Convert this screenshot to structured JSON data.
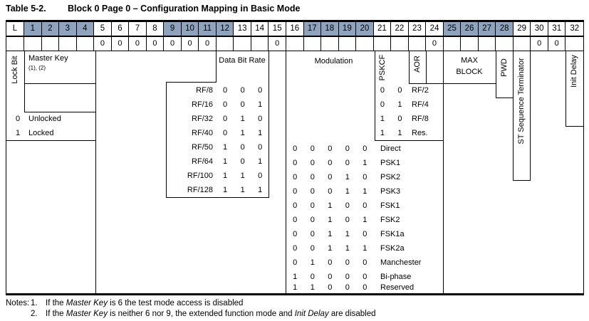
{
  "title": {
    "label": "Table 5-2.",
    "text": "Block 0 Page 0 – Configuration Mapping in Basic Mode"
  },
  "header": {
    "bits": [
      "L",
      "1",
      "2",
      "3",
      "4",
      "5",
      "6",
      "7",
      "8",
      "9",
      "10",
      "11",
      "12",
      "13",
      "14",
      "15",
      "16",
      "17",
      "18",
      "19",
      "20",
      "21",
      "22",
      "23",
      "24",
      "25",
      "26",
      "27",
      "28",
      "29",
      "30",
      "31",
      "32"
    ],
    "shaded_bits": [
      1,
      2,
      3,
      4,
      9,
      10,
      11,
      12,
      17,
      18,
      19,
      20,
      25,
      26,
      27,
      28
    ],
    "shade_color": "#8ea4be"
  },
  "preset_values": {
    "5": "0",
    "6": "0",
    "7": "0",
    "8": "0",
    "9": "0",
    "10": "0",
    "11": "0",
    "15": "0",
    "24": "0",
    "30": "0",
    "31": "0"
  },
  "left": {
    "lock_bit_label": "Lock Bit",
    "master_key_title": "Master Key",
    "master_key_sup": "(1), (2)",
    "lock_states": [
      {
        "bit": "0",
        "label": "Unlocked"
      },
      {
        "bit": "1",
        "label": "Locked"
      }
    ]
  },
  "data_bit_rate": {
    "label": "Data Bit Rate",
    "bit_columns": [
      12,
      13,
      14
    ],
    "rows": [
      {
        "name": "RF/8",
        "bits": [
          "0",
          "0",
          "0"
        ]
      },
      {
        "name": "RF/16",
        "bits": [
          "0",
          "0",
          "1"
        ]
      },
      {
        "name": "RF/32",
        "bits": [
          "0",
          "1",
          "0"
        ]
      },
      {
        "name": "RF/40",
        "bits": [
          "0",
          "1",
          "1"
        ]
      },
      {
        "name": "RF/50",
        "bits": [
          "1",
          "0",
          "0"
        ]
      },
      {
        "name": "RF/64",
        "bits": [
          "1",
          "0",
          "1"
        ]
      },
      {
        "name": "RF/100",
        "bits": [
          "1",
          "1",
          "0"
        ]
      },
      {
        "name": "RF/128",
        "bits": [
          "1",
          "1",
          "1"
        ]
      }
    ]
  },
  "modulation": {
    "label": "Modulation",
    "bit_columns": [
      16,
      17,
      18,
      19,
      20
    ],
    "rows": [
      {
        "bits": [
          "0",
          "0",
          "0",
          "0",
          "0"
        ],
        "name": "Direct"
      },
      {
        "bits": [
          "0",
          "0",
          "0",
          "0",
          "1"
        ],
        "name": "PSK1"
      },
      {
        "bits": [
          "0",
          "0",
          "0",
          "1",
          "0"
        ],
        "name": "PSK2"
      },
      {
        "bits": [
          "0",
          "0",
          "0",
          "1",
          "1"
        ],
        "name": "PSK3"
      },
      {
        "bits": [
          "0",
          "0",
          "1",
          "0",
          "0"
        ],
        "name": "FSK1"
      },
      {
        "bits": [
          "0",
          "0",
          "1",
          "0",
          "1"
        ],
        "name": "FSK2"
      },
      {
        "bits": [
          "0",
          "0",
          "1",
          "1",
          "0"
        ],
        "name": "FSK1a"
      },
      {
        "bits": [
          "0",
          "0",
          "1",
          "1",
          "1"
        ],
        "name": "FSK2a"
      },
      {
        "bits": [
          "0",
          "1",
          "0",
          "0",
          "0"
        ],
        "name": "Manchester"
      },
      {
        "bits": [
          "1",
          "0",
          "0",
          "0",
          "0"
        ],
        "name": "Bi-phase"
      },
      {
        "bits": [
          "1",
          "1",
          "0",
          "0",
          "0"
        ],
        "name": "Reserved"
      }
    ]
  },
  "pskcf": {
    "label": "PSKCF",
    "aor_label": "AOR",
    "bit_columns": [
      21,
      22
    ],
    "rows": [
      {
        "bits": [
          "0",
          "0"
        ],
        "name": "RF/2"
      },
      {
        "bits": [
          "0",
          "1"
        ],
        "name": "RF/4"
      },
      {
        "bits": [
          "1",
          "0"
        ],
        "name": "RF/8"
      },
      {
        "bits": [
          "1",
          "1"
        ],
        "name": "Res."
      }
    ]
  },
  "right": {
    "max_block_label": "MAX BLOCK",
    "pwd_label": "PWD",
    "st_label": "ST Sequence Terminator",
    "init_delay_label": "Init Delay"
  },
  "notes": {
    "label": "Notes:",
    "items": [
      {
        "num": "1.",
        "parts": [
          {
            "t": "If the "
          },
          {
            "t": "Master Key",
            "i": true
          },
          {
            "t": " is 6 the test mode access is disabled"
          }
        ]
      },
      {
        "num": "2.",
        "parts": [
          {
            "t": "If the "
          },
          {
            "t": "Master Key",
            "i": true
          },
          {
            "t": " is neither 6 nor 9, the extended function mode and "
          },
          {
            "t": "Init Delay",
            "i": true
          },
          {
            "t": " are disabled"
          }
        ]
      }
    ]
  }
}
